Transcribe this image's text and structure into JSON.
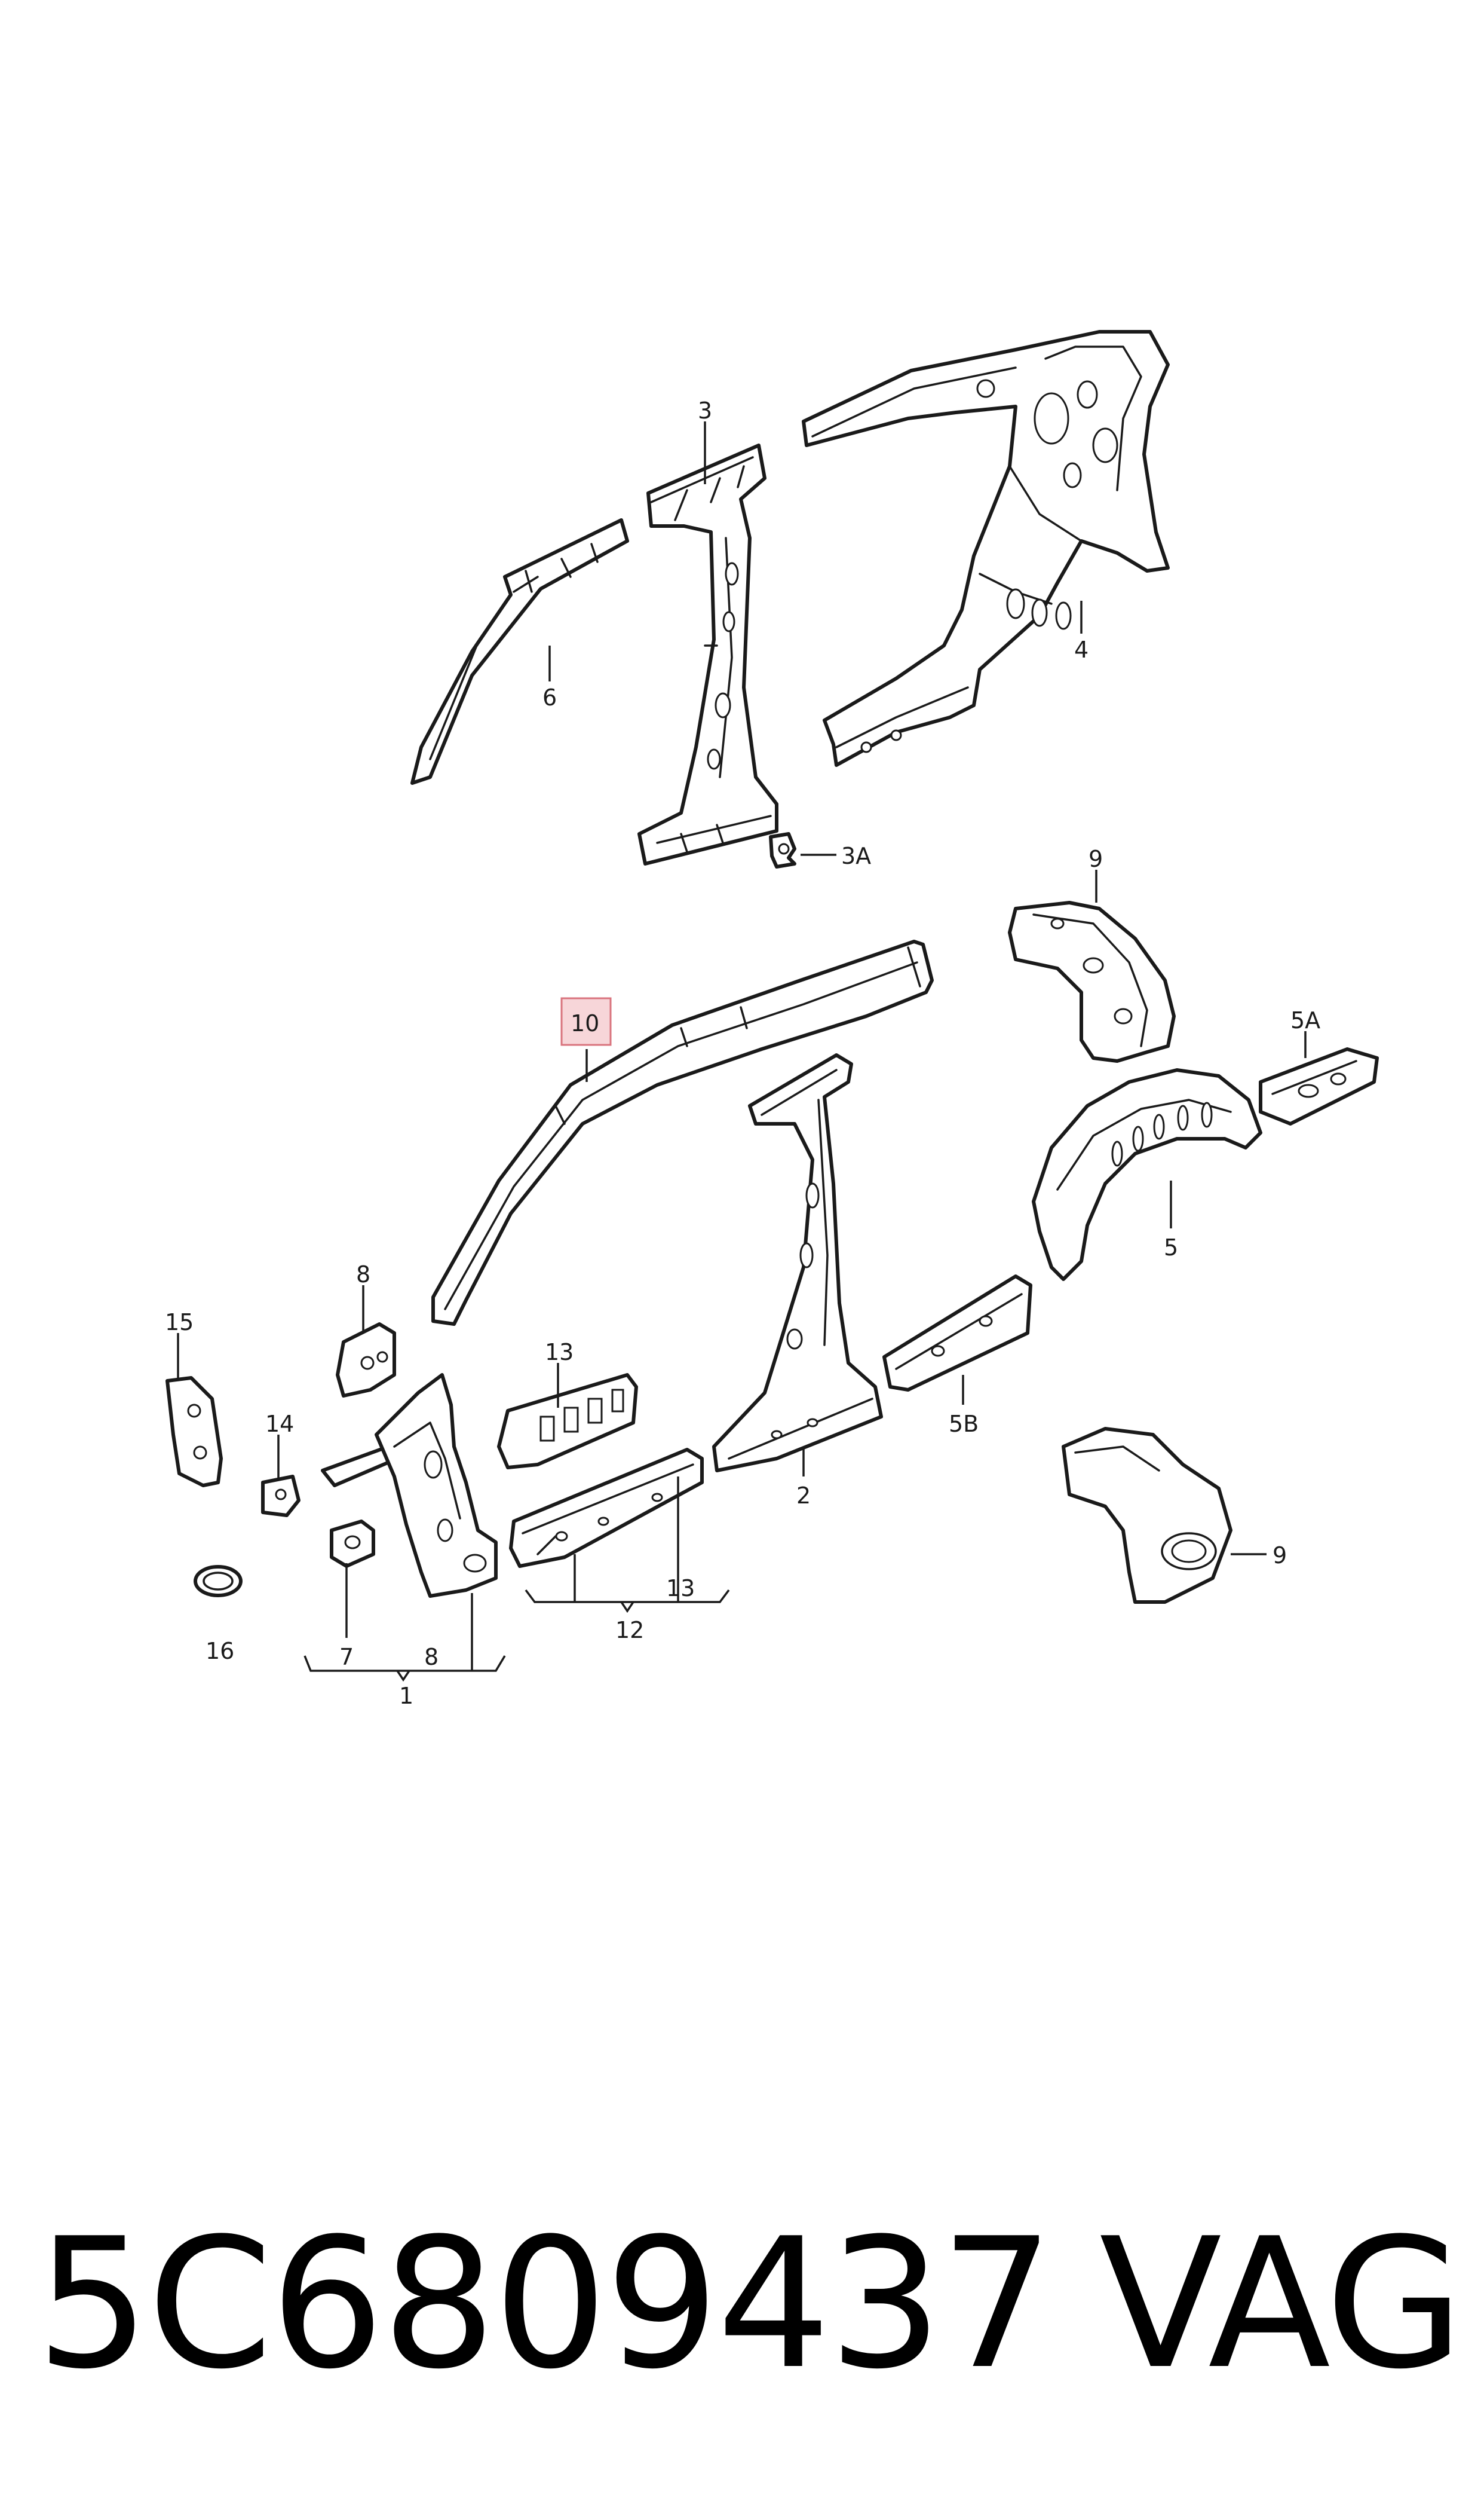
{
  "diagram": {
    "highlighted_callout": "10",
    "callouts": [
      "3",
      "4",
      "6",
      "3A",
      "9",
      "10",
      "5A",
      "8",
      "5",
      "15",
      "13",
      "14",
      "2",
      "5B",
      "9",
      "16",
      "7",
      "8",
      "1",
      "12",
      "13"
    ]
  },
  "footer": {
    "part_number": "5C6809437",
    "brand": "VAG"
  },
  "colors": {
    "line": "#1a1a1a",
    "highlight_fill": "#f7d6d9",
    "highlight_stroke": "#d9737d"
  }
}
